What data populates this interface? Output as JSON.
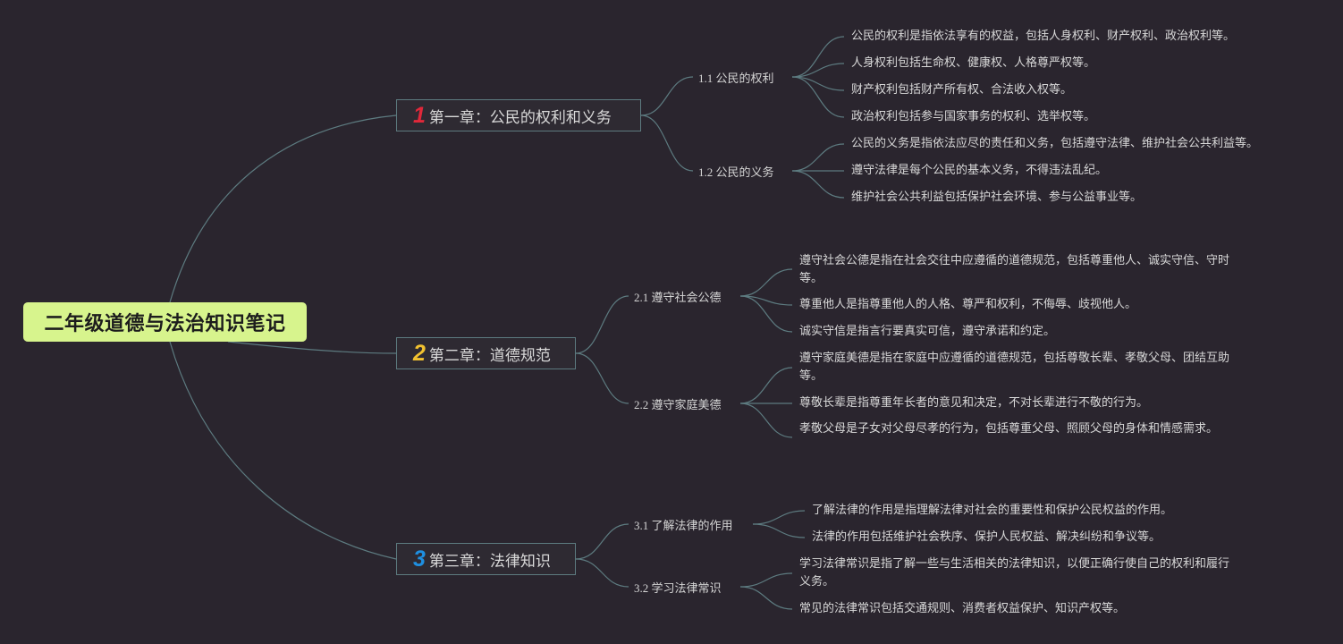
{
  "root": {
    "label": "二年级道德与法治知识笔记"
  },
  "colors": {
    "background": "#2a252e",
    "root_fill": "#d7f48d",
    "link": "#5d7b80",
    "num1": "#e0283a",
    "num2": "#f2c230",
    "num3": "#1f8fe0"
  },
  "chapters": [
    {
      "num": "1",
      "title": "第一章：公民的权利和义务",
      "sections": [
        {
          "label": "1.1 公民的权利",
          "leaves": [
            "公民的权利是指依法享有的权益，包括人身权利、财产权利、政治权利等。",
            "人身权利包括生命权、健康权、人格尊严权等。",
            "财产权利包括财产所有权、合法收入权等。",
            "政治权利包括参与国家事务的权利、选举权等。"
          ]
        },
        {
          "label": "1.2 公民的义务",
          "leaves": [
            "公民的义务是指依法应尽的责任和义务，包括遵守法律、维护社会公共利益等。",
            "遵守法律是每个公民的基本义务，不得违法乱纪。",
            "维护社会公共利益包括保护社会环境、参与公益事业等。"
          ]
        }
      ]
    },
    {
      "num": "2",
      "title": "第二章：道德规范",
      "sections": [
        {
          "label": "2.1 遵守社会公德",
          "leaves": [
            "遵守社会公德是指在社会交往中应遵循的道德规范，包括尊重他人、诚实守信、守时等。",
            "尊重他人是指尊重他人的人格、尊严和权利，不侮辱、歧视他人。",
            "诚实守信是指言行要真实可信，遵守承诺和约定。"
          ]
        },
        {
          "label": "2.2 遵守家庭美德",
          "leaves": [
            "遵守家庭美德是指在家庭中应遵循的道德规范，包括尊敬长辈、孝敬父母、团结互助等。",
            "尊敬长辈是指尊重年长者的意见和决定，不对长辈进行不敬的行为。",
            "孝敬父母是子女对父母尽孝的行为，包括尊重父母、照顾父母的身体和情感需求。"
          ]
        }
      ]
    },
    {
      "num": "3",
      "title": "第三章：法律知识",
      "sections": [
        {
          "label": "3.1 了解法律的作用",
          "leaves": [
            "了解法律的作用是指理解法律对社会的重要性和保护公民权益的作用。",
            "法律的作用包括维护社会秩序、保护人民权益、解决纠纷和争议等。"
          ]
        },
        {
          "label": "3.2 学习法律常识",
          "leaves": [
            "学习法律常识是指了解一些与生活相关的法律知识，以便正确行使自己的权利和履行义务。",
            "常见的法律常识包括交通规则、消费者权益保护、知识产权等。"
          ]
        }
      ]
    }
  ]
}
